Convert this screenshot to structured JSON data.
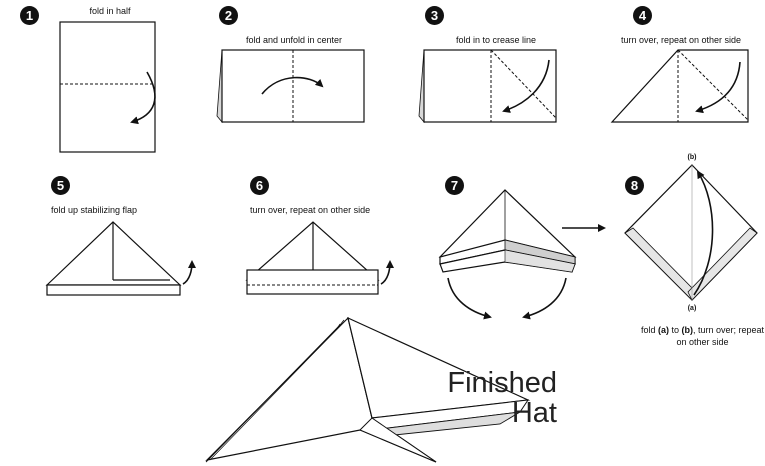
{
  "steps": [
    {
      "num": "1",
      "caption": "fold in half"
    },
    {
      "num": "2",
      "caption": "fold and unfold in center"
    },
    {
      "num": "3",
      "caption": "fold in to crease line"
    },
    {
      "num": "4",
      "caption": "turn over, repeat on other side"
    },
    {
      "num": "5",
      "caption": "fold up stabilizing flap"
    },
    {
      "num": "6",
      "caption": "turn over, repeat on other side"
    },
    {
      "num": "7",
      "caption": ""
    },
    {
      "num": "8",
      "caption_prefix": "fold ",
      "caption_a": "(a)",
      "caption_mid": " to ",
      "caption_b": "(b)",
      "caption_suffix": ", turn over; repeat on other side"
    }
  ],
  "labels": {
    "a": "(a)",
    "b": "(b)"
  },
  "finished": {
    "line1": "Finished",
    "line2": "Hat"
  }
}
